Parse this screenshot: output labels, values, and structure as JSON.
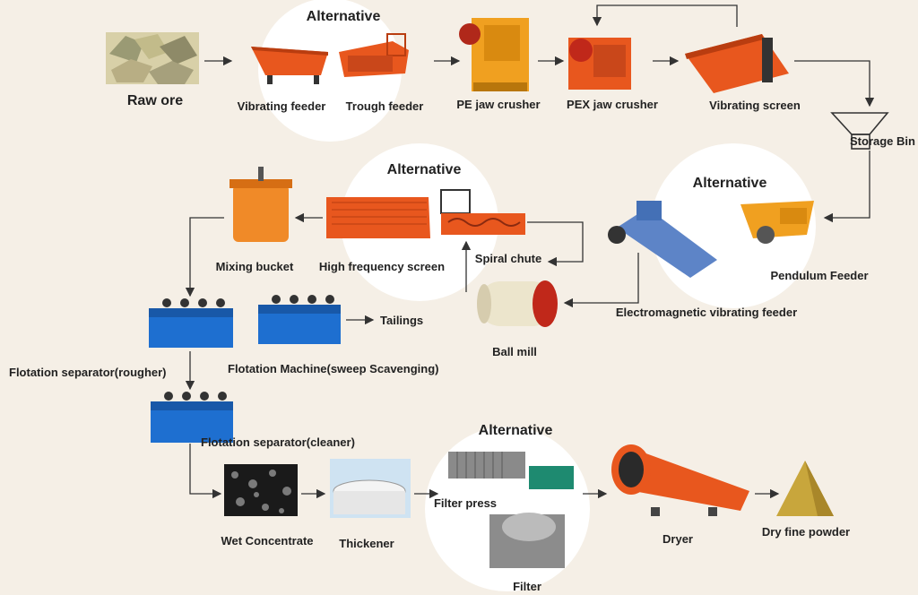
{
  "alt_word": "Alternative",
  "labels": {
    "raw_ore": "Raw ore",
    "vibrating_feeder": "Vibrating feeder",
    "trough_feeder": "Trough feeder",
    "pe_jaw_crusher": "PE jaw crusher",
    "pex_jaw_crusher": "PEX jaw crusher",
    "vibrating_screen": "Vibrating screen",
    "storage_bin": "Storage Bin",
    "pendulum_feeder": "Pendulum Feeder",
    "electromagnetic_vibrating_feeder": "Electromagnetic vibrating feeder",
    "ball_mill": "Ball mill",
    "spiral_chute": "Spiral chute",
    "high_frequency_screen": "High frequency screen",
    "mixing_bucket": "Mixing bucket",
    "flotation_rougher": "Flotation separator(rougher)",
    "flotation_sweep": "Flotation Machine(sweep Scavenging)",
    "tailings": "Tailings",
    "flotation_cleaner": "Flotation separator(cleaner)",
    "wet_concentrate": "Wet Concentrate",
    "thickener": "Thickener",
    "filter_press": "Filter press",
    "filter": "Filter",
    "dryer": "Dryer",
    "dry_fine_powder": "Dry fine powder"
  },
  "colors": {
    "background": "#f5efe6",
    "orange": "#e8571e",
    "yellow": "#f0a020",
    "blue": "#1e6fd0",
    "gold": "#c8a63c",
    "line": "#333333"
  }
}
